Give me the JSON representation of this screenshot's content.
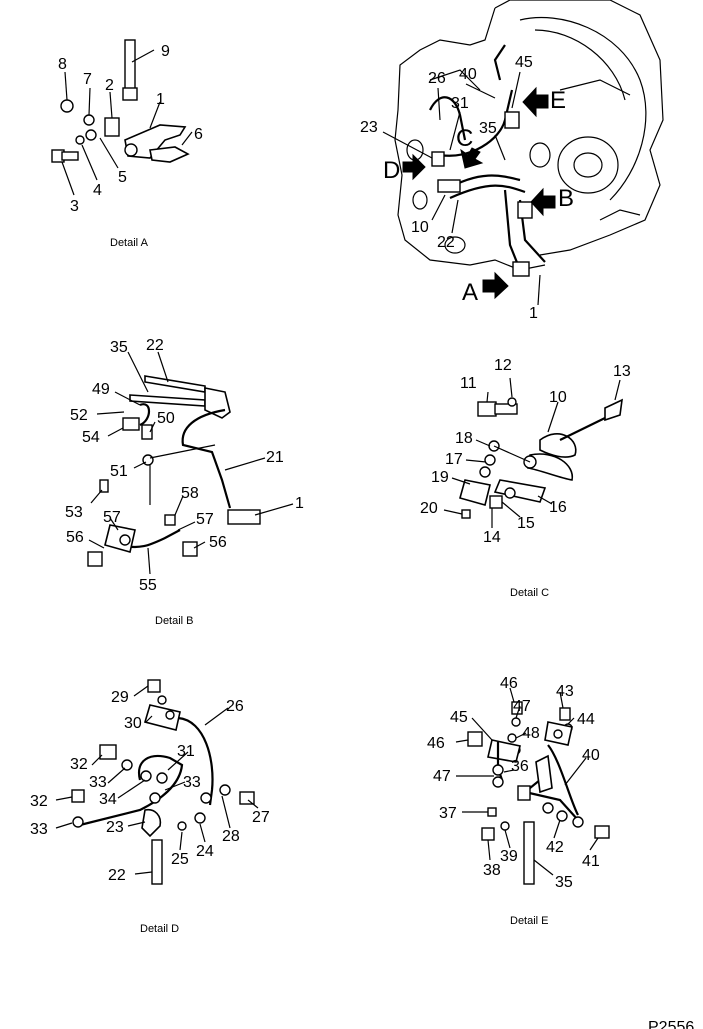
{
  "captions": {
    "a": "Detail A",
    "b": "Detail B",
    "c": "Detail C",
    "d": "Detail D",
    "e": "Detail E",
    "corner": "P2556"
  },
  "arrow_letters": {
    "a": "A",
    "b": "B",
    "c": "C",
    "d": "D",
    "e": "E"
  },
  "callouts": {
    "overview": [
      "26",
      "40",
      "45",
      "31",
      "23",
      "35",
      "10",
      "22",
      "1"
    ],
    "detail_a": [
      "8",
      "7",
      "2",
      "9",
      "1",
      "6",
      "5",
      "4",
      "3"
    ],
    "detail_b": [
      "35",
      "22",
      "49",
      "52",
      "50",
      "54",
      "51",
      "53",
      "21",
      "58",
      "57",
      "57",
      "56",
      "56",
      "55",
      "1"
    ],
    "detail_c": [
      "12",
      "11",
      "13",
      "10",
      "18",
      "17",
      "19",
      "16",
      "15",
      "20",
      "14"
    ],
    "detail_d": [
      "29",
      "26",
      "30",
      "31",
      "32",
      "33",
      "33",
      "34",
      "32",
      "33",
      "23",
      "25",
      "24",
      "28",
      "27",
      "22"
    ],
    "detail_e": [
      "46",
      "43",
      "45",
      "47",
      "44",
      "48",
      "46",
      "36",
      "40",
      "47",
      "37",
      "38",
      "39",
      "42",
      "41",
      "35"
    ]
  }
}
